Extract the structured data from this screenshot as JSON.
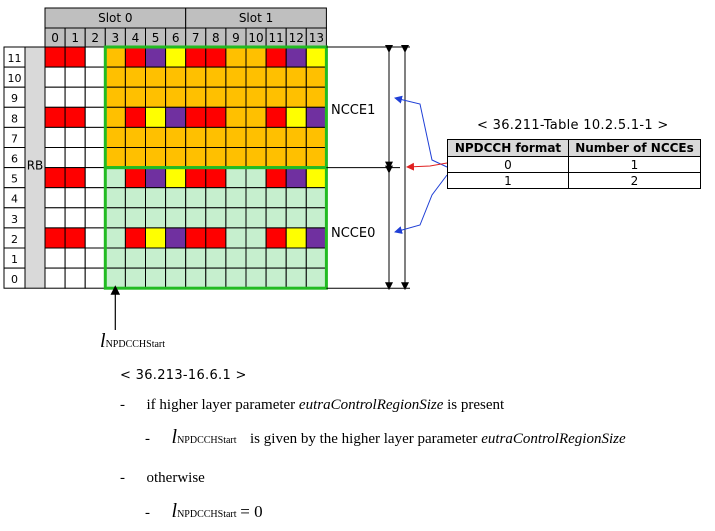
{
  "header": {
    "slot0": "Slot 0",
    "slot1": "Slot 1"
  },
  "symbols": [
    "0",
    "1",
    "2",
    "3",
    "4",
    "5",
    "6",
    "7",
    "8",
    "9",
    "10",
    "11",
    "12",
    "13"
  ],
  "rb_label": "RB",
  "rb_rows": [
    "11",
    "10",
    "9",
    "8",
    "7",
    "6",
    "5",
    "4",
    "3",
    "2",
    "1",
    "0"
  ],
  "cell_colors": {
    "W": "#ffffff",
    "R": "#ff0000",
    "O": "#ffc000",
    "P": "#7030a0",
    "Y": "#ffff00",
    "G": "#c6efce",
    "header_gray": "#bfbfbf",
    "rb_gray": "#d9d9d9",
    "ncce_border": "#22bb22",
    "arrow_blue": "#1f3fd6",
    "arrow_red": "#e02020"
  },
  "grid_rows": [
    [
      "R",
      "R",
      "W",
      "O",
      "R",
      "P",
      "Y",
      "R",
      "R",
      "O",
      "O",
      "R",
      "P",
      "Y"
    ],
    [
      "W",
      "W",
      "W",
      "O",
      "O",
      "O",
      "O",
      "O",
      "O",
      "O",
      "O",
      "O",
      "O",
      "O"
    ],
    [
      "W",
      "W",
      "W",
      "O",
      "O",
      "O",
      "O",
      "O",
      "O",
      "O",
      "O",
      "O",
      "O",
      "O"
    ],
    [
      "R",
      "R",
      "W",
      "O",
      "R",
      "Y",
      "P",
      "R",
      "R",
      "O",
      "O",
      "R",
      "Y",
      "P"
    ],
    [
      "W",
      "W",
      "W",
      "O",
      "O",
      "O",
      "O",
      "O",
      "O",
      "O",
      "O",
      "O",
      "O",
      "O"
    ],
    [
      "W",
      "W",
      "W",
      "O",
      "O",
      "O",
      "O",
      "O",
      "O",
      "O",
      "O",
      "O",
      "O",
      "O"
    ],
    [
      "R",
      "R",
      "W",
      "G",
      "R",
      "P",
      "Y",
      "R",
      "R",
      "G",
      "G",
      "R",
      "P",
      "Y"
    ],
    [
      "W",
      "W",
      "W",
      "G",
      "G",
      "G",
      "G",
      "G",
      "G",
      "G",
      "G",
      "G",
      "G",
      "G"
    ],
    [
      "W",
      "W",
      "W",
      "G",
      "G",
      "G",
      "G",
      "G",
      "G",
      "G",
      "G",
      "G",
      "G",
      "G"
    ],
    [
      "R",
      "R",
      "W",
      "G",
      "R",
      "Y",
      "P",
      "R",
      "R",
      "G",
      "G",
      "R",
      "Y",
      "P"
    ],
    [
      "W",
      "W",
      "W",
      "G",
      "G",
      "G",
      "G",
      "G",
      "G",
      "G",
      "G",
      "G",
      "G",
      "G"
    ],
    [
      "W",
      "W",
      "W",
      "G",
      "G",
      "G",
      "G",
      "G",
      "G",
      "G",
      "G",
      "G",
      "G",
      "G"
    ]
  ],
  "ncce1_label": "NCCE1",
  "ncce0_label": "NCCE0",
  "table": {
    "title": "< 36.211-Table 10.2.5.1-1 >",
    "headers": [
      "NPDCCH format",
      "Number of NCCEs"
    ],
    "rows": [
      [
        "0",
        "1"
      ],
      [
        "1",
        "2"
      ]
    ]
  },
  "start_symbol": {
    "l": "l",
    "sub": "NPDCCHStart"
  },
  "spec_ref": "< 36.213-16.6.1 >",
  "rules": {
    "dash": "-",
    "item1_pre": "if higher layer parameter",
    "item1_param": "eutraControlRegionSize",
    "item1_post": "is present",
    "item1a_mid": "is given by the higher layer parameter",
    "item1a_param": "eutraControlRegionSize",
    "item2": "otherwise",
    "item2a_eq": "= 0"
  }
}
